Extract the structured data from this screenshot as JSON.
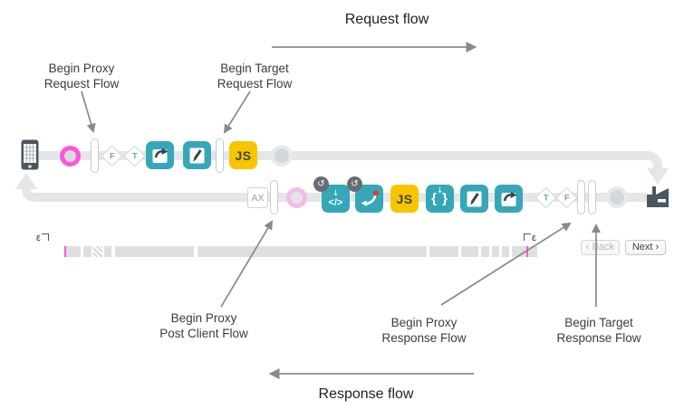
{
  "header": {
    "request_flow": "Request flow",
    "response_flow": "Response flow"
  },
  "annotations": {
    "proxy_request": {
      "line1": "Begin Proxy",
      "line2": "Request Flow"
    },
    "target_request": {
      "line1": "Begin Target",
      "line2": "Request Flow"
    },
    "post_client": {
      "line1": "Begin Proxy",
      "line2": "Post Client Flow"
    },
    "proxy_response": {
      "line1": "Begin Proxy",
      "line2": "Response Flow"
    },
    "target_response": {
      "line1": "Begin Target",
      "line2": "Response Flow"
    }
  },
  "flow": {
    "letters": {
      "true": "T",
      "false": "F"
    },
    "js_label": "JS",
    "analytics_label": "AX",
    "code_label": "</>",
    "braces_label": "{ }",
    "down_arrow": "↓",
    "replay_glyph": "↺"
  },
  "timeline": {
    "epsilon": "ε"
  },
  "pager": {
    "back": "‹ Back",
    "next": "Next ›"
  },
  "icons": {
    "client": "mobile-phone-icon",
    "target": "factory-icon",
    "flow_callout": "paper-arrow-icon",
    "assign_message": "paper-pencil-icon",
    "service_callout": "curved-arrow-red-dot-icon",
    "code": "angle-brackets-down-arrow-icon",
    "extract_variables": "braces-down-arrow-icon",
    "replay_badge": "circular-arrow-badge-icon"
  },
  "colors": {
    "teal": "#35a7b9",
    "yellow": "#f7c500",
    "magenta": "#fb57d7",
    "pale_pink": "#f3bbe7",
    "flow_line": "#e4e6e7",
    "slate": "#4a5660",
    "annotation_arrow": "#8a8a8a"
  }
}
